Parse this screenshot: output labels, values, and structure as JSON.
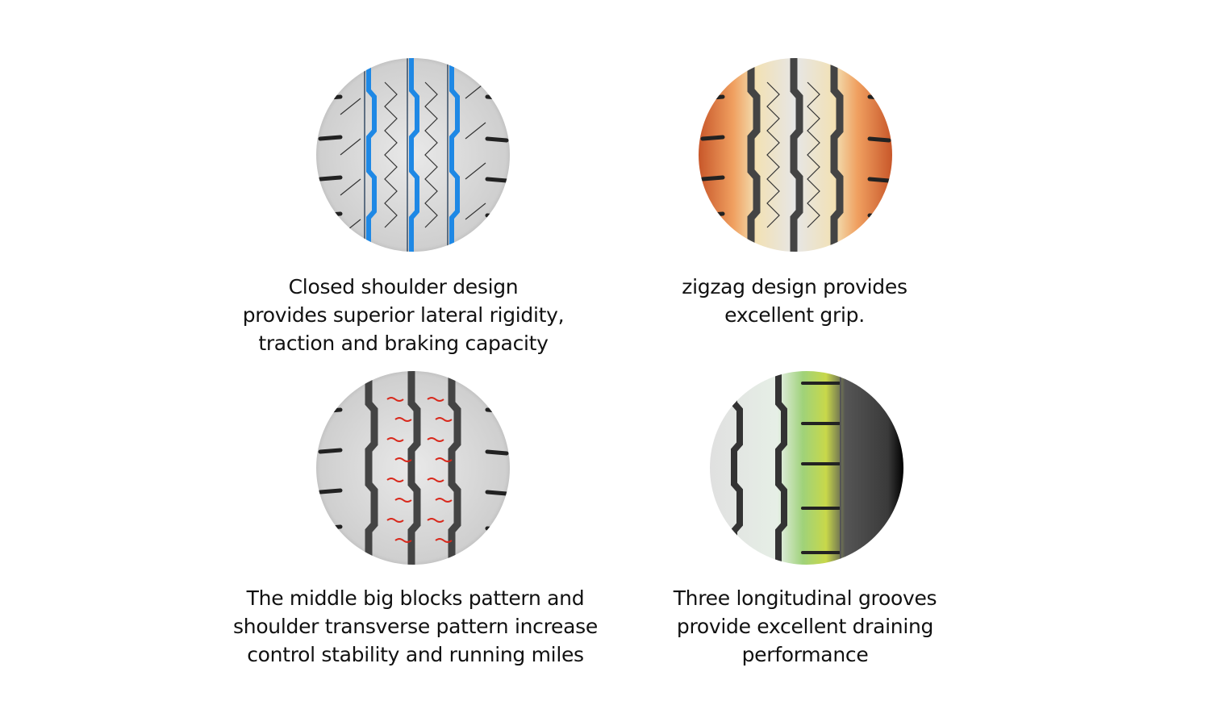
{
  "features": [
    {
      "id": "closed-shoulder",
      "highlight": "blue grooves",
      "highlight_color": "#1e88e5",
      "caption": [
        "Closed shoulder design",
        "provides superior lateral rigidity,",
        "traction and braking capacity"
      ]
    },
    {
      "id": "zigzag",
      "highlight": "orange shoulders",
      "highlight_color": "#e8834a",
      "caption": [
        "zigzag design provides",
        "excellent grip."
      ]
    },
    {
      "id": "big-blocks",
      "highlight": "red sipes",
      "highlight_color": "#d8291c",
      "caption": [
        "The middle big blocks pattern and",
        "shoulder transverse pattern increase",
        "control stability and running miles"
      ]
    },
    {
      "id": "three-grooves",
      "highlight": "green-yellow shoulder",
      "highlight_color": "#8cc63f",
      "caption": [
        "Three longitudinal grooves",
        "provide excellent draining",
        "performance"
      ]
    }
  ]
}
